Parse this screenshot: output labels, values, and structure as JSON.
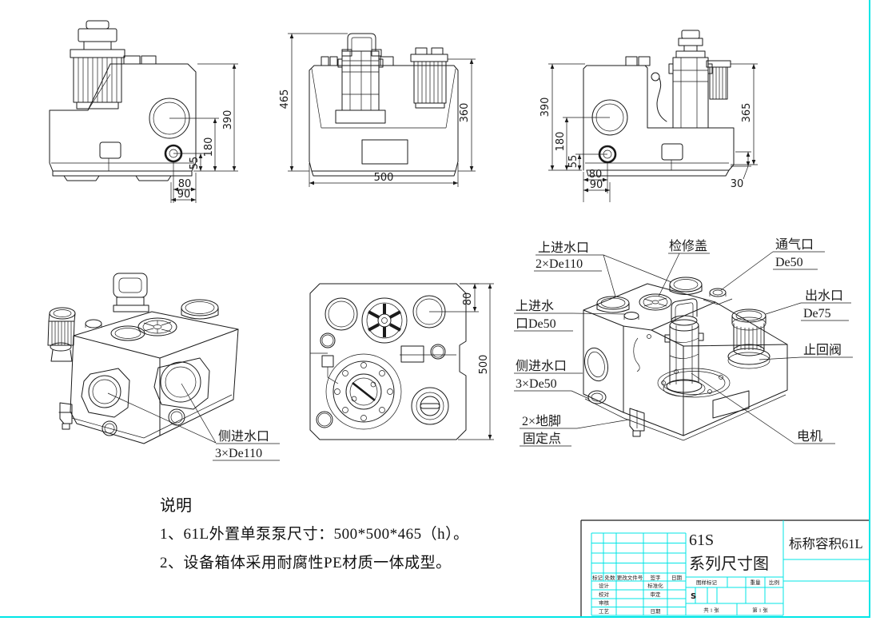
{
  "page": {
    "background": "#ffffff",
    "line_color": "#1a1a1a",
    "frame_color": "#00e6e6"
  },
  "views": {
    "side_view_a": {
      "dim_390": "390",
      "dim_180": "180",
      "dim_55": "55",
      "dim_80": "80",
      "dim_90": "90"
    },
    "front_view": {
      "dim_465": "465",
      "dim_360": "360",
      "dim_500": "500"
    },
    "side_view_b": {
      "dim_390": "390",
      "dim_180": "180",
      "dim_55": "55",
      "dim_80": "80",
      "dim_90": "90",
      "dim_365": "365",
      "dim_30": "30"
    },
    "iso_view_left": {
      "side_inlet_line1": "侧进水口",
      "side_inlet_line2": "3×De110"
    },
    "top_view": {
      "dim_80": "80",
      "dim_500": "500"
    },
    "iso_view_labeled": {
      "top_inlet_110_line1": "上进水口",
      "top_inlet_110_line2": "2×De110",
      "inspection_cover": "检修盖",
      "vent_line1": "通气口",
      "vent_line2": "De50",
      "top_inlet_50_line1": "上进水",
      "top_inlet_50_line2": "口De50",
      "outlet_line1": "出水口",
      "outlet_line2": "De75",
      "check_valve": "止回阀",
      "side_inlet_50_line1": "侧进水口",
      "side_inlet_50_line2": "3×De50",
      "anchor_line1": "2×地脚",
      "anchor_line2": "固定点",
      "motor": "电机"
    }
  },
  "notes": {
    "heading": "说明",
    "line1": "1、61L外置单泵泵尺寸：500*500*465（h）。",
    "line2": "2、设备箱体采用耐腐性PE材质一体成型。"
  },
  "title_block": {
    "product_series_line1": "61S",
    "product_series_line2": "系列尺寸图",
    "nominal_volume": "标称容积61L",
    "rev_col_mark": "标记",
    "rev_col_count": "处数",
    "rev_col_doc": "更改文件号",
    "rev_col_sign": "签字",
    "rev_col_date": "日期",
    "row_design": "设计",
    "row_standardization": "标准化",
    "row_check": "校对",
    "row_approve": "审定",
    "row_review": "审核",
    "row_process": "工艺",
    "row_date": "日期",
    "stamp_label": "图样标记",
    "weight_label": "重量",
    "scale_label": "比例",
    "s_mark": "S",
    "sheets_total": "共 1 张",
    "sheet_number": "第 1 张"
  }
}
